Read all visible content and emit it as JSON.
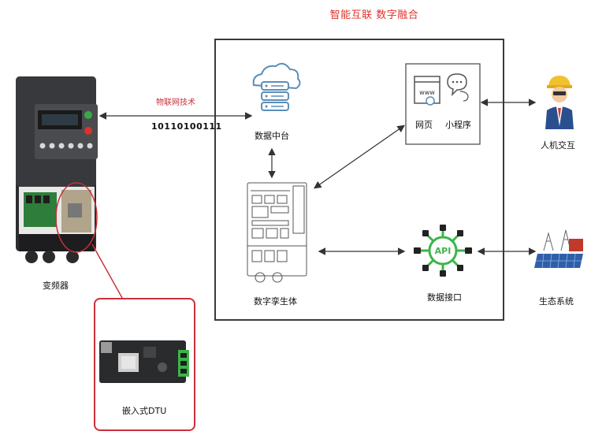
{
  "header": {
    "title": "智能互联  数字融合"
  },
  "inverter": {
    "label": "变频器"
  },
  "link": {
    "iot_label": "物联网技术",
    "binary": "10110100111"
  },
  "data_platform": {
    "label": "数据中台"
  },
  "web": {
    "label": "网页",
    "screen_text": "www"
  },
  "mini_program": {
    "label": "小程序"
  },
  "human": {
    "label": "人机交互"
  },
  "digital_twin": {
    "label": "数字孪生体"
  },
  "api": {
    "label": "数据接口",
    "badge": "API"
  },
  "ecosystem": {
    "label": "生态系统"
  },
  "dtu": {
    "label": "嵌入式DTU"
  },
  "colors": {
    "accent_red": "#e0312a",
    "frame": "#3a3a3a",
    "api_green": "#3bb54a",
    "cloud_blue": "#6aa0c8"
  }
}
